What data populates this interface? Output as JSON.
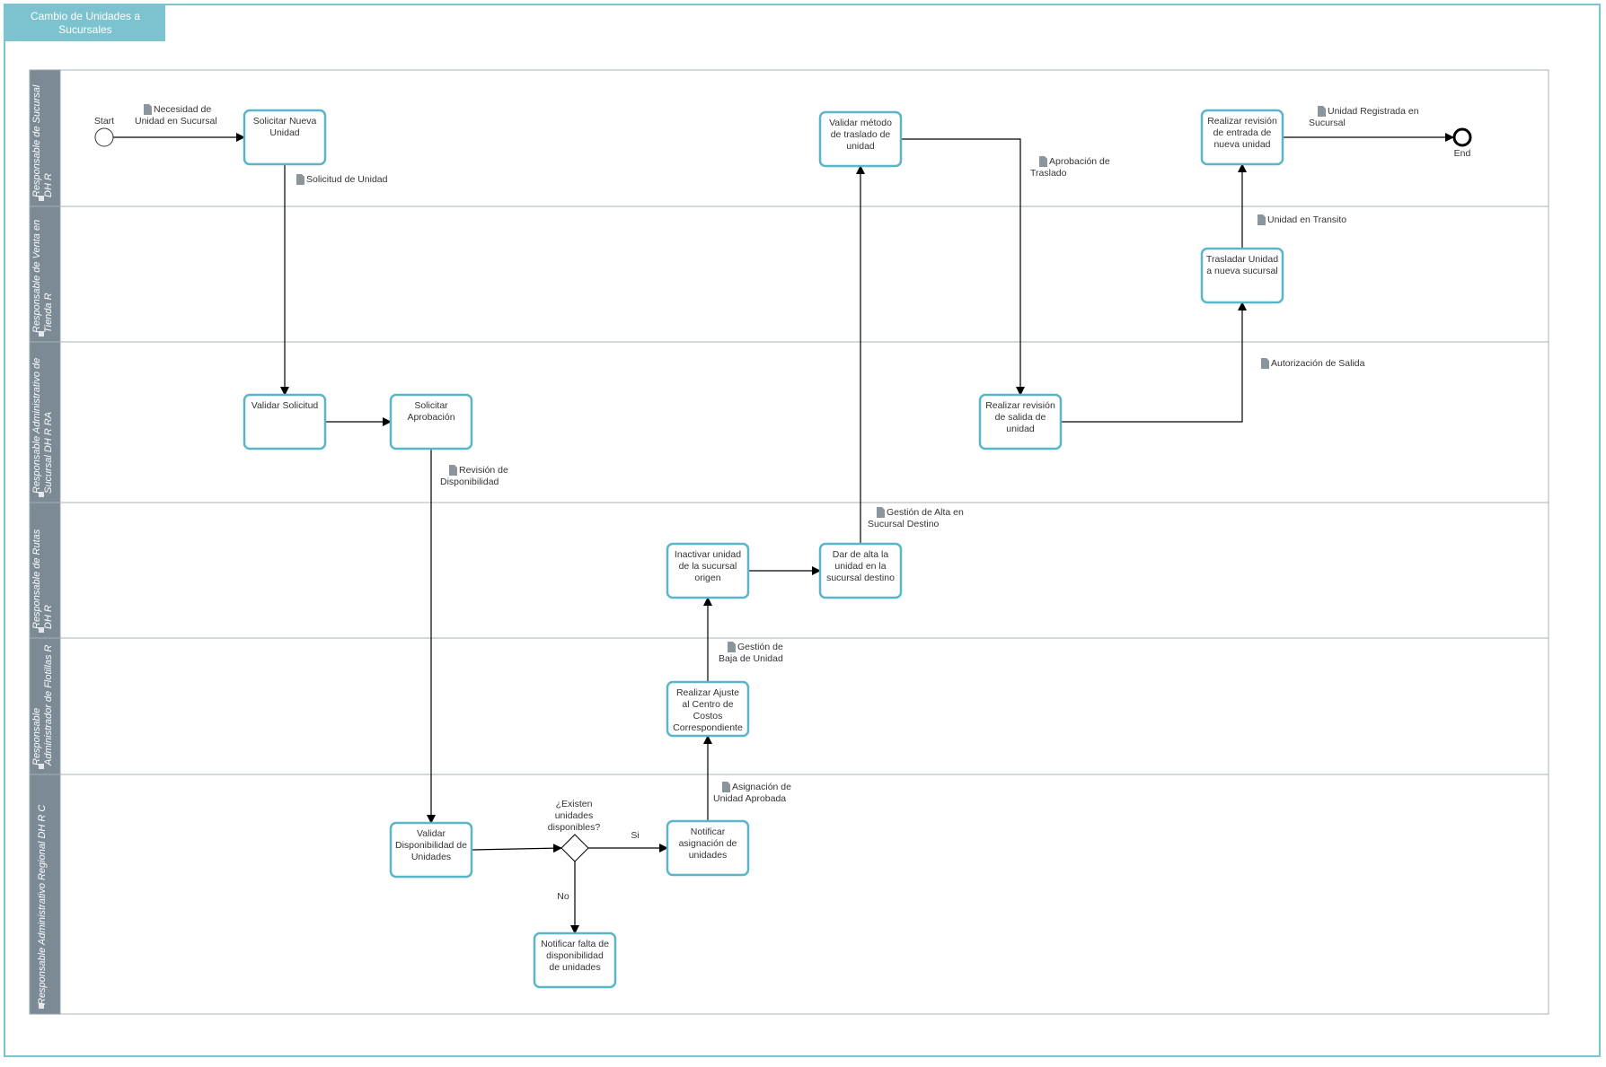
{
  "title": "Cambio de Unidades a Sucursales",
  "title_lines": [
    "Cambio de Unidades a",
    "Sucursales"
  ],
  "colors": {
    "accent": "#7cc3cf",
    "lane_header": "#7b8a94",
    "task_border": "#5bb5c9",
    "line": "#000000"
  },
  "lanes": [
    {
      "id": "l1",
      "lines": [
        "Responsable de Sucursal",
        "DH R"
      ]
    },
    {
      "id": "l2",
      "lines": [
        "Responsable de Venta en",
        "Tienda R"
      ]
    },
    {
      "id": "l3",
      "lines": [
        "Responsable Administrativo de",
        "Sucursal DH R RA"
      ]
    },
    {
      "id": "l4",
      "lines": [
        "Responsable de Rutas",
        "DH R"
      ]
    },
    {
      "id": "l5",
      "lines": [
        "Responsable",
        "Administrador de Flotillas R"
      ]
    },
    {
      "id": "l6",
      "lines": [
        "Responsable Administrativo Regional DH R C"
      ]
    }
  ],
  "events": {
    "start": "Start",
    "end": "End"
  },
  "tasks": [
    {
      "id": "t1",
      "lines": [
        "Solicitar Nueva",
        "Unidad"
      ]
    },
    {
      "id": "t2",
      "lines": [
        "Validar Solicitud"
      ]
    },
    {
      "id": "t3",
      "lines": [
        "Solicitar",
        "Aprobación"
      ]
    },
    {
      "id": "t4",
      "lines": [
        "Validar",
        "Disponibilidad de",
        "Unidades"
      ]
    },
    {
      "id": "t5",
      "lines": [
        "Notificar falta de",
        "disponibilidad",
        "de unidades"
      ]
    },
    {
      "id": "t6",
      "lines": [
        "Notificar",
        "asignación de",
        "unidades"
      ]
    },
    {
      "id": "t7",
      "lines": [
        "Realizar Ajuste",
        "al Centro de",
        "Costos",
        "Correspondiente"
      ]
    },
    {
      "id": "t8",
      "lines": [
        "Inactivar unidad",
        "de la sucursal",
        "origen"
      ]
    },
    {
      "id": "t9",
      "lines": [
        "Dar de alta la",
        "unidad en la",
        "sucursal destino"
      ]
    },
    {
      "id": "t10",
      "lines": [
        "Validar método",
        "de traslado de",
        "unidad"
      ]
    },
    {
      "id": "t11",
      "lines": [
        "Realizar revisión",
        "de salida de",
        "unidad"
      ]
    },
    {
      "id": "t12",
      "lines": [
        "Trasladar Unidad",
        "a nueva sucursal"
      ]
    },
    {
      "id": "t13",
      "lines": [
        "Realizar revisión",
        "de entrada de",
        "nueva unidad"
      ]
    }
  ],
  "gateway": {
    "lines": [
      "¿Existen",
      "unidades",
      "disponibles?"
    ],
    "yes_label": "Si",
    "no_label": "No"
  },
  "data_labels": [
    {
      "id": "d1",
      "lines": [
        "Necesidad de",
        "Unidad en Sucursal"
      ]
    },
    {
      "id": "d2",
      "lines": [
        "Solicitud de Unidad"
      ]
    },
    {
      "id": "d3",
      "lines": [
        "Revisión de",
        "Disponibilidad"
      ]
    },
    {
      "id": "d4",
      "lines": [
        "Asignación  de",
        "Unidad Aprobada"
      ]
    },
    {
      "id": "d5",
      "lines": [
        "Gestión de",
        "Baja de Unidad"
      ]
    },
    {
      "id": "d6",
      "lines": [
        "Gestión de Alta en",
        "Sucursal Destino"
      ]
    },
    {
      "id": "d7",
      "lines": [
        "Aprobación de",
        "Traslado"
      ]
    },
    {
      "id": "d8",
      "lines": [
        "Autorización de Salida"
      ]
    },
    {
      "id": "d9",
      "lines": [
        "Unidad en Transito"
      ]
    },
    {
      "id": "d10",
      "lines": [
        "Unidad Registrada en",
        "Sucursal"
      ]
    }
  ]
}
